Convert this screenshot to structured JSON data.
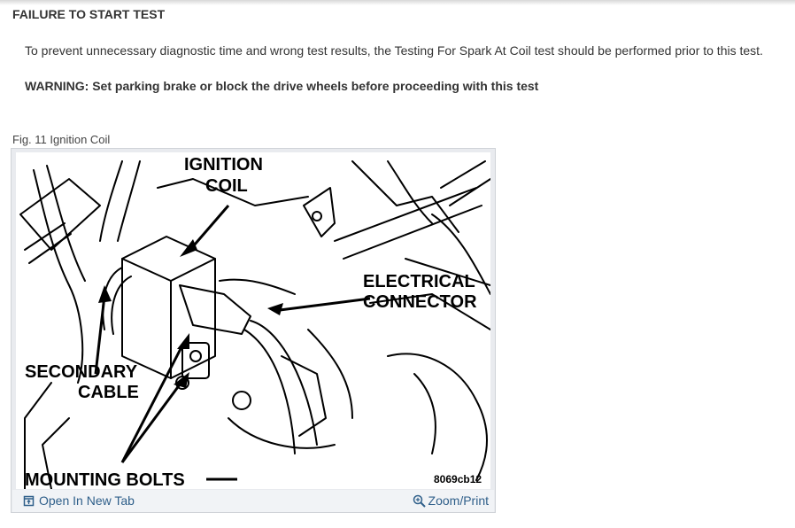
{
  "page": {
    "section_title": "FAILURE TO START TEST",
    "intro_text": "To prevent unnecessary diagnostic time and wrong test results, the Testing For Spark At Coil test should be performed prior to this test.",
    "warning_text": "WARNING: Set parking brake or block the drive wheels before proceeding with this test"
  },
  "figure": {
    "caption": "Fig. 11 Ignition Coil",
    "labels": {
      "ignition_line1": "IGNITION",
      "ignition_line2": "COIL",
      "electrical_line1": "ELECTRICAL",
      "electrical_line2": "CONNECTOR",
      "secondary_line1": "SECONDARY",
      "secondary_line2": "CABLE",
      "mounting": "MOUNTING BOLTS",
      "code": "8069cb12"
    },
    "footer": {
      "open_label": "Open In New Tab",
      "open_icon": "open-new-tab-icon",
      "zoom_label": "Zoom/Print",
      "zoom_icon": "magnifier-icon"
    }
  },
  "colors": {
    "link": "#2f5f8a",
    "text": "#333333",
    "frame": "#e9ebef"
  }
}
